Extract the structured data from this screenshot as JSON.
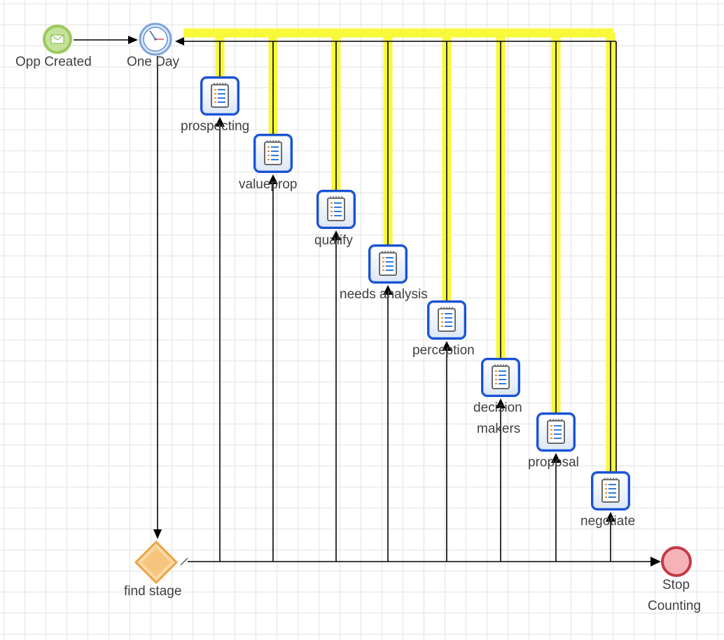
{
  "diagram": {
    "start_event": {
      "label": "Opp Created",
      "icon": "envelope-icon",
      "color": "#a7d36a"
    },
    "timer_event": {
      "label": "One Day",
      "icon": "clock-icon",
      "color": "#5b8fd6"
    },
    "gateway": {
      "label": "find stage",
      "icon": "diamond-gateway-icon",
      "color": "#f0a23c"
    },
    "end_event": {
      "label_line1": "Stop",
      "label_line2": "Counting",
      "icon": "end-circle-icon",
      "color": "#e9606b"
    },
    "tasks": [
      {
        "label": "prospecting",
        "icon": "task-list-icon"
      },
      {
        "label": "valueprop",
        "icon": "task-list-icon"
      },
      {
        "label": "qualify",
        "icon": "task-list-icon"
      },
      {
        "label": "needs analysis",
        "icon": "task-list-icon"
      },
      {
        "label": "perception",
        "icon": "task-list-icon"
      },
      {
        "label_line1": "decision",
        "label_line2": "makers",
        "icon": "task-list-icon"
      },
      {
        "label": "proposal",
        "icon": "task-list-icon"
      },
      {
        "label": "negotiate",
        "icon": "task-list-icon"
      }
    ],
    "colors": {
      "highlight": "#f8f93a",
      "task_border": "#1751d6",
      "connector": "#000000"
    }
  }
}
